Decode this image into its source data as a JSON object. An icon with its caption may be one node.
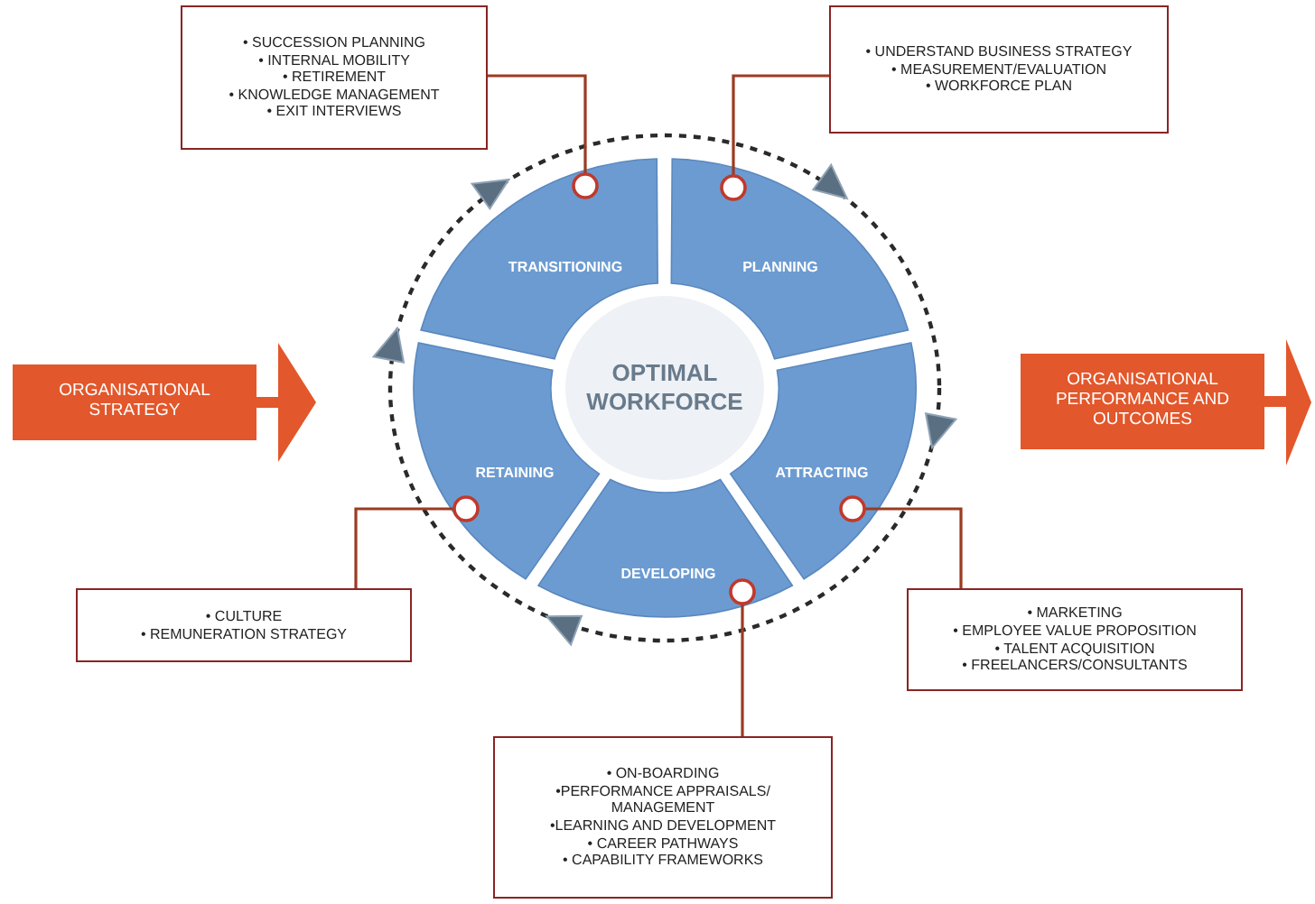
{
  "diagram": {
    "nodes": [
      {
        "text": [
          "• SUCCESSION PLANNING",
          "• INTERNAL MOBILITY",
          "• RETIREMENT",
          "• KNOWLEDGE MANAGEMENT",
          "• EXIT INTERVIEWS"
        ]
      },
      {
        "text": [
          "• UNDERSTAND BUSINESS STRATEGY",
          "• MEASUREMENT/EVALUATION",
          "• WORKFORCE PLAN"
        ]
      },
      {
        "text": [
          "TRANSITIONING"
        ]
      },
      {
        "text": [
          "PLANNING"
        ]
      },
      {
        "text": [
          "ORGANISATIONAL STRATEGY"
        ]
      },
      {
        "text": [
          "OPTIMAL WORKFORCE"
        ]
      },
      {
        "text": [
          "ORGANISATIONAL PERFORMANCE AND OUTCOMES"
        ]
      },
      {
        "text": [
          "RETAINING"
        ]
      },
      {
        "text": [
          "ATTRACTING"
        ]
      },
      {
        "text": [
          "DEVELOPING"
        ]
      },
      {
        "text": [
          "• CULTURE",
          "• REMUNERATION STRATEGY"
        ]
      },
      {
        "text": [
          "• MARKETING",
          "• EMPLOYEE VALUE PROPOSITION",
          "• TALENT ACQUISITION",
          "• FREELANCERS/CONSULTANTS"
        ]
      },
      {
        "text": [
          "• ON-BOARDING",
          "•PERFORMANCE APPRAISALS/ MANAGEMENT",
          "•LEARNING AND DEVELOPMENT",
          "• CAREER PATHWAYS",
          "• CAPABILITY FRAMEWORKS"
        ]
      }
    ],
    "edges": [
      {
        "from": 0,
        "to": 2,
        "arrow": "other"
      },
      {
        "from": 1,
        "to": 3,
        "arrow": "other"
      },
      {
        "from": 10,
        "to": 7,
        "arrow": "other"
      },
      {
        "from": 11,
        "to": 8,
        "arrow": "other"
      },
      {
        "from": 12,
        "to": 9,
        "arrow": "other"
      }
    ]
  }
}
